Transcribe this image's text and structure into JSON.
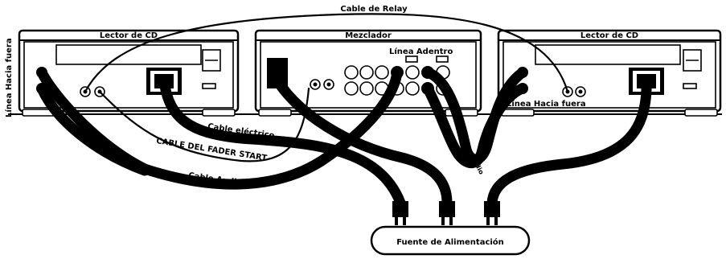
{
  "devices": {
    "left_cd": {
      "title": "Lector de CD"
    },
    "mixer": {
      "title": "Mezclador",
      "line_in": "Línea Adentro"
    },
    "right_cd": {
      "title": "Lector de CD",
      "line_out": "Línea Hacia fuera"
    }
  },
  "labels": {
    "relay_cable": "Cable de Relay",
    "left_line_out": "Línea Hacia fuera",
    "power_cable": "Cable eléctrico",
    "fader_cable": "CABLE DEL FADER START",
    "audio_cable_left": "Cable Audio",
    "audio_cable_right": "Cable Audio",
    "power_supply": "Fuente de Alimentación"
  }
}
